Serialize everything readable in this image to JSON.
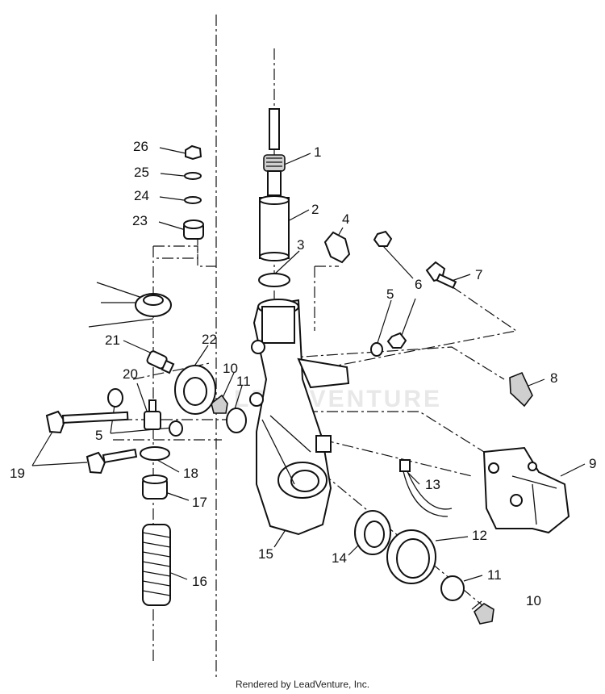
{
  "diagram": {
    "callouts": [
      {
        "id": "c1",
        "text": "1"
      },
      {
        "id": "c2",
        "text": "2"
      },
      {
        "id": "c3",
        "text": "3"
      },
      {
        "id": "c4",
        "text": "4"
      },
      {
        "id": "c5a",
        "text": "5"
      },
      {
        "id": "c5b",
        "text": "5"
      },
      {
        "id": "c6",
        "text": "6"
      },
      {
        "id": "c7",
        "text": "7"
      },
      {
        "id": "c8",
        "text": "8"
      },
      {
        "id": "c9",
        "text": "9"
      },
      {
        "id": "c10a",
        "text": "10"
      },
      {
        "id": "c10b",
        "text": "10"
      },
      {
        "id": "c11a",
        "text": "11"
      },
      {
        "id": "c11b",
        "text": "11"
      },
      {
        "id": "c12",
        "text": "12"
      },
      {
        "id": "c13",
        "text": "13"
      },
      {
        "id": "c14",
        "text": "14"
      },
      {
        "id": "c15",
        "text": "15"
      },
      {
        "id": "c16",
        "text": "16"
      },
      {
        "id": "c17",
        "text": "17"
      },
      {
        "id": "c18",
        "text": "18"
      },
      {
        "id": "c19",
        "text": "19"
      },
      {
        "id": "c20",
        "text": "20"
      },
      {
        "id": "c21",
        "text": "21"
      },
      {
        "id": "c22",
        "text": "22"
      },
      {
        "id": "c23",
        "text": "23"
      },
      {
        "id": "c24",
        "text": "24"
      },
      {
        "id": "c25",
        "text": "25"
      },
      {
        "id": "c26",
        "text": "26"
      }
    ],
    "watermark": "LEADVENTURE",
    "footer": "Rendered by LeadVenture, Inc.",
    "colors": {
      "line": "#111111",
      "fill": "#ffffff",
      "shade": "#cfcfcf"
    }
  }
}
